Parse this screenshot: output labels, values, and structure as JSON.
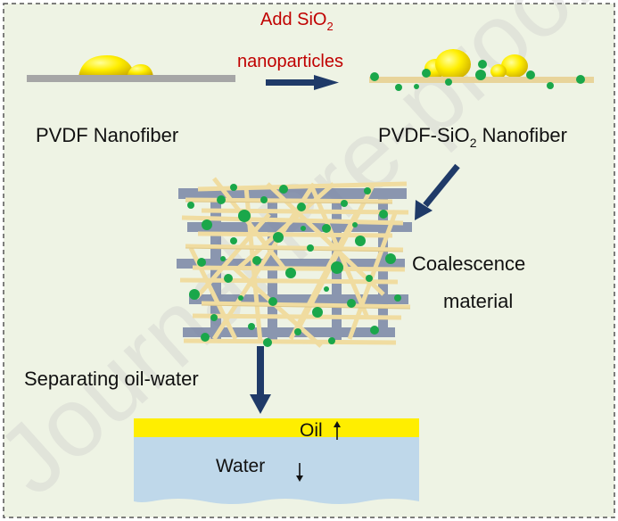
{
  "labels": {
    "add_sio2_prefix": "Add SiO",
    "add_sio2_sub": "2",
    "nanoparticles": "nanoparticles",
    "pvdf_nanofiber": "PVDF Nanofiber",
    "pvdf_sio2_prefix": "PVDF-SiO",
    "pvdf_sio2_sub": "2",
    "pvdf_sio2_suffix": " Nanofiber",
    "coalescence": "Coalescence",
    "material": "material",
    "separating": "Separating oil-water",
    "oil": "Oil",
    "water": "Water"
  },
  "colors": {
    "background": "#eef3e4",
    "border": "#555555",
    "red_text": "#c00000",
    "arrow": "#1f3a68",
    "gray_fiber": "#a6a6a6",
    "yellow_fiber": "#f0dca0",
    "blue_fiber": "#7986a6",
    "green": "#1aa74a",
    "yellow_drop": "#ffee00",
    "oil": "#ffee00",
    "water": "#bfd8ea",
    "watermark": "#c8c8c8"
  },
  "watermark_text": "Journal Pre-proof"
}
